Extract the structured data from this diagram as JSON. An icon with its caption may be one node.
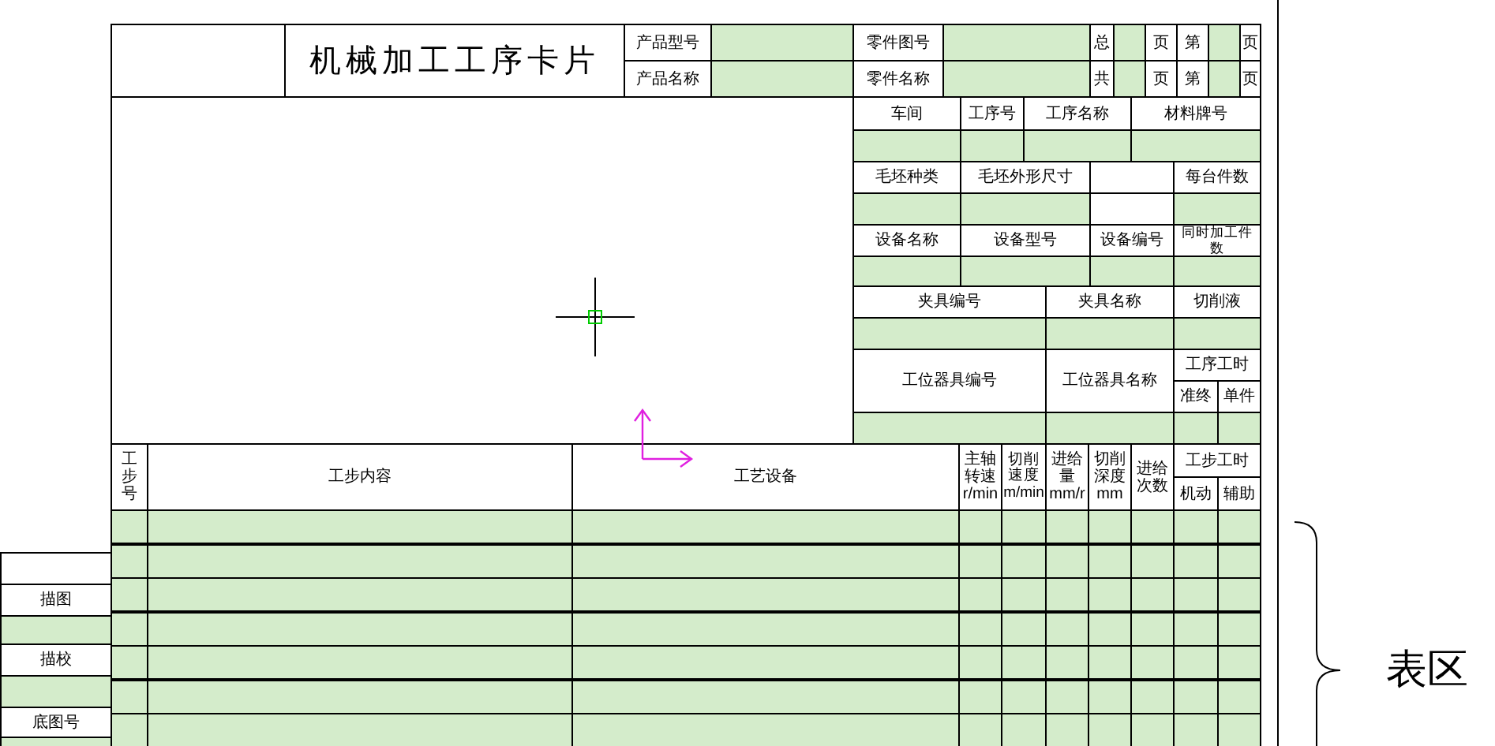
{
  "diagram": {
    "title": "机械加工工序卡片",
    "labels": [
      "产品型号",
      "零件图号",
      "总",
      "页",
      "第",
      "页",
      "产品名称",
      "零件名称",
      "共",
      "页",
      "第",
      "页",
      "车间",
      "工序号",
      "工序名称",
      "材料牌号",
      "毛坯种类",
      "毛坯外形尺寸",
      "每台件数",
      "设备名称",
      "设备型号",
      "设备编号",
      "同时加工件数",
      "夹具编号",
      "夹具名称",
      "切削液",
      "工位器具编号",
      "工位器具名称",
      "工序工时",
      "准终",
      "单件",
      "工步号",
      "工步内容",
      "工艺设备",
      "主轴转速 r/min",
      "切削速度 m/min",
      "进给量 mm/r",
      "切削深度 mm",
      "进给次数",
      "工步工时",
      "机动",
      "辅助",
      "表区",
      "描图",
      "描校",
      "底图号"
    ]
  }
}
